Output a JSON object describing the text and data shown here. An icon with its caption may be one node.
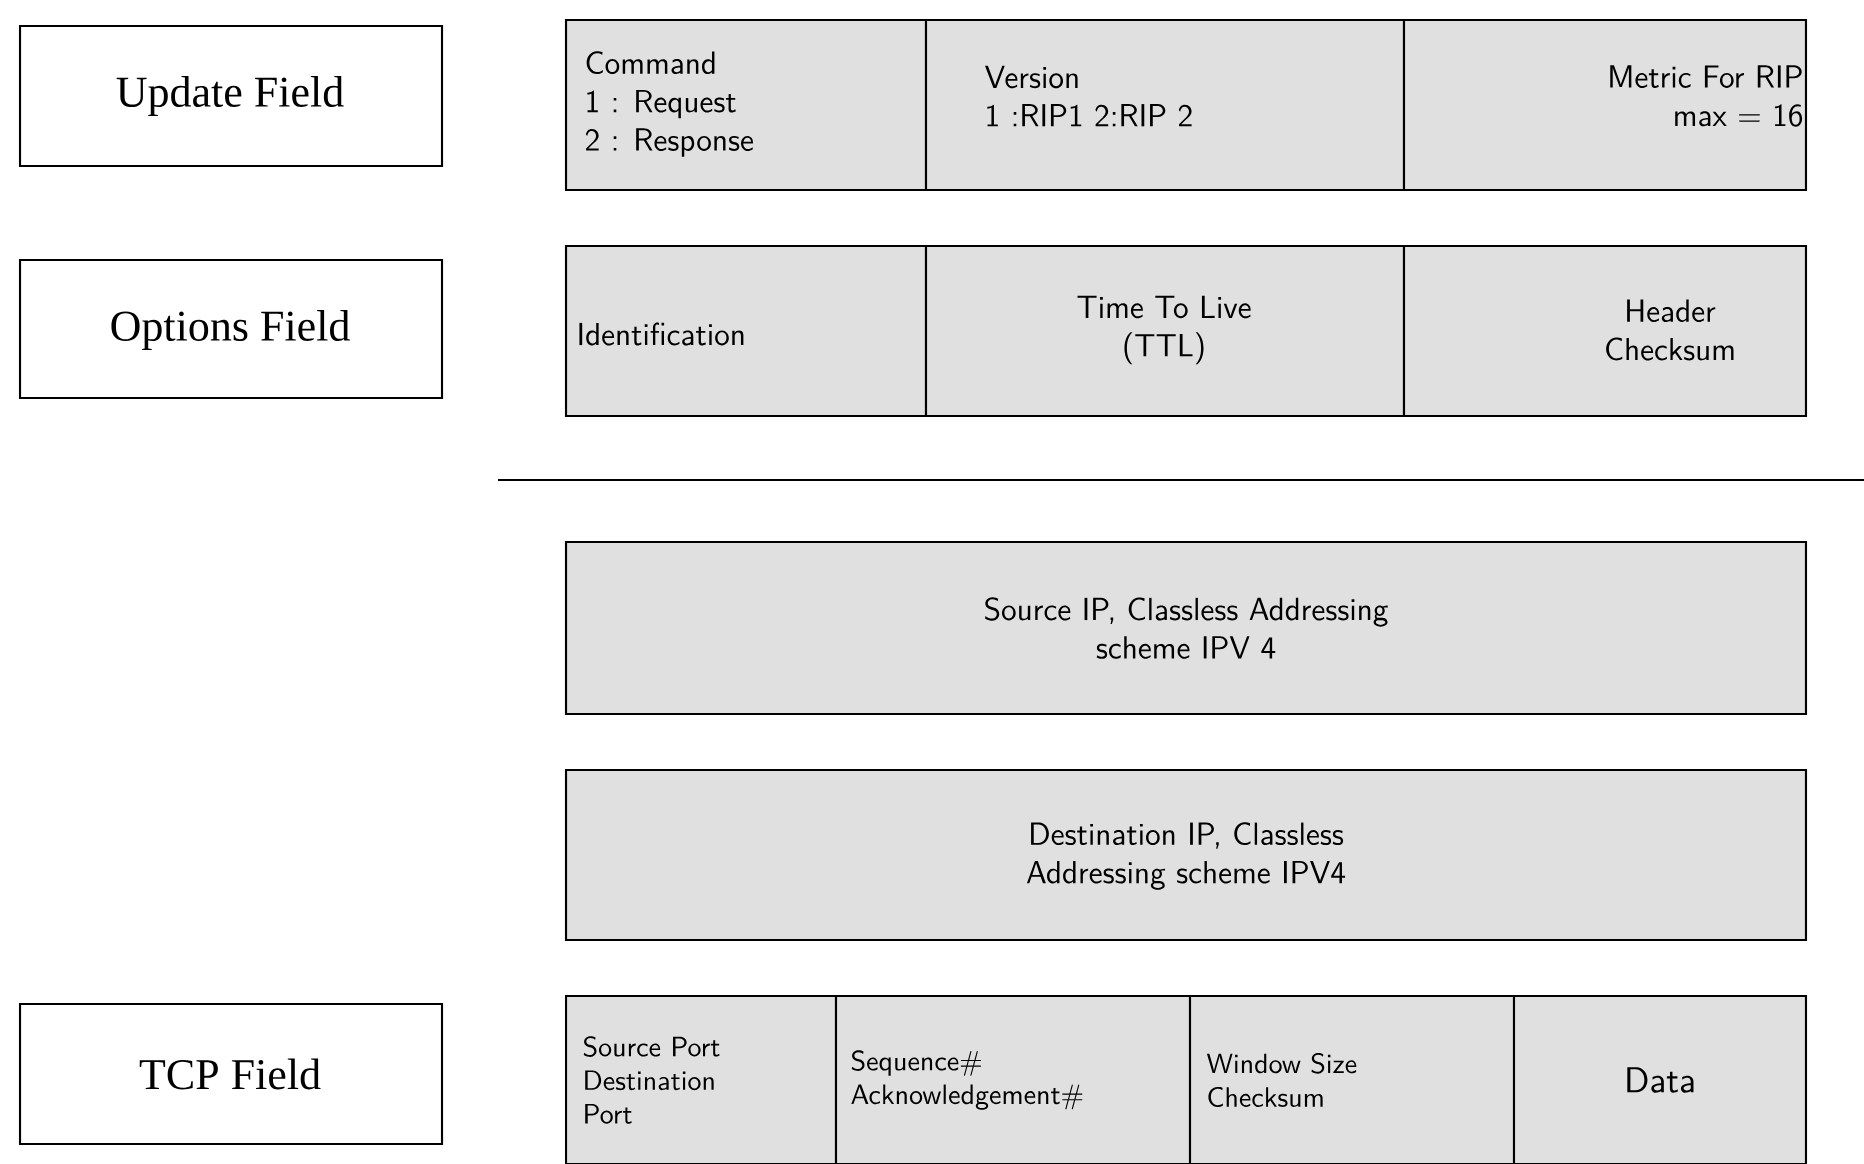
{
  "diagram": {
    "nodes": [
      {
        "text": [
          "Update Field"
        ]
      },
      {
        "text": [
          "Options Field"
        ]
      },
      {
        "text": [
          "TCP Field"
        ]
      },
      {
        "text": [
          "Command",
          "1 : Request",
          "2 : Response"
        ]
      },
      {
        "text": [
          "Version",
          "1 :RIP1 2:RIP 2"
        ]
      },
      {
        "text": [
          "Metric For RIP max = 16"
        ]
      },
      {
        "text": [
          "Identification"
        ]
      },
      {
        "text": [
          "Time To Live (TTL)"
        ]
      },
      {
        "text": [
          "Header Checksum"
        ]
      },
      {
        "text": [
          "Source IP, Classless Addressing scheme IPV 4"
        ]
      },
      {
        "text": [
          "Destination IP, Classless Addressing scheme IPV4"
        ]
      },
      {
        "text": [
          "Source Port",
          "Destination Port"
        ]
      },
      {
        "text": [
          "Sequence#",
          "Acknowledgement#"
        ]
      },
      {
        "text": [
          "Window Size",
          "Checksum"
        ]
      },
      {
        "text": [
          "Data"
        ]
      }
    ]
  }
}
